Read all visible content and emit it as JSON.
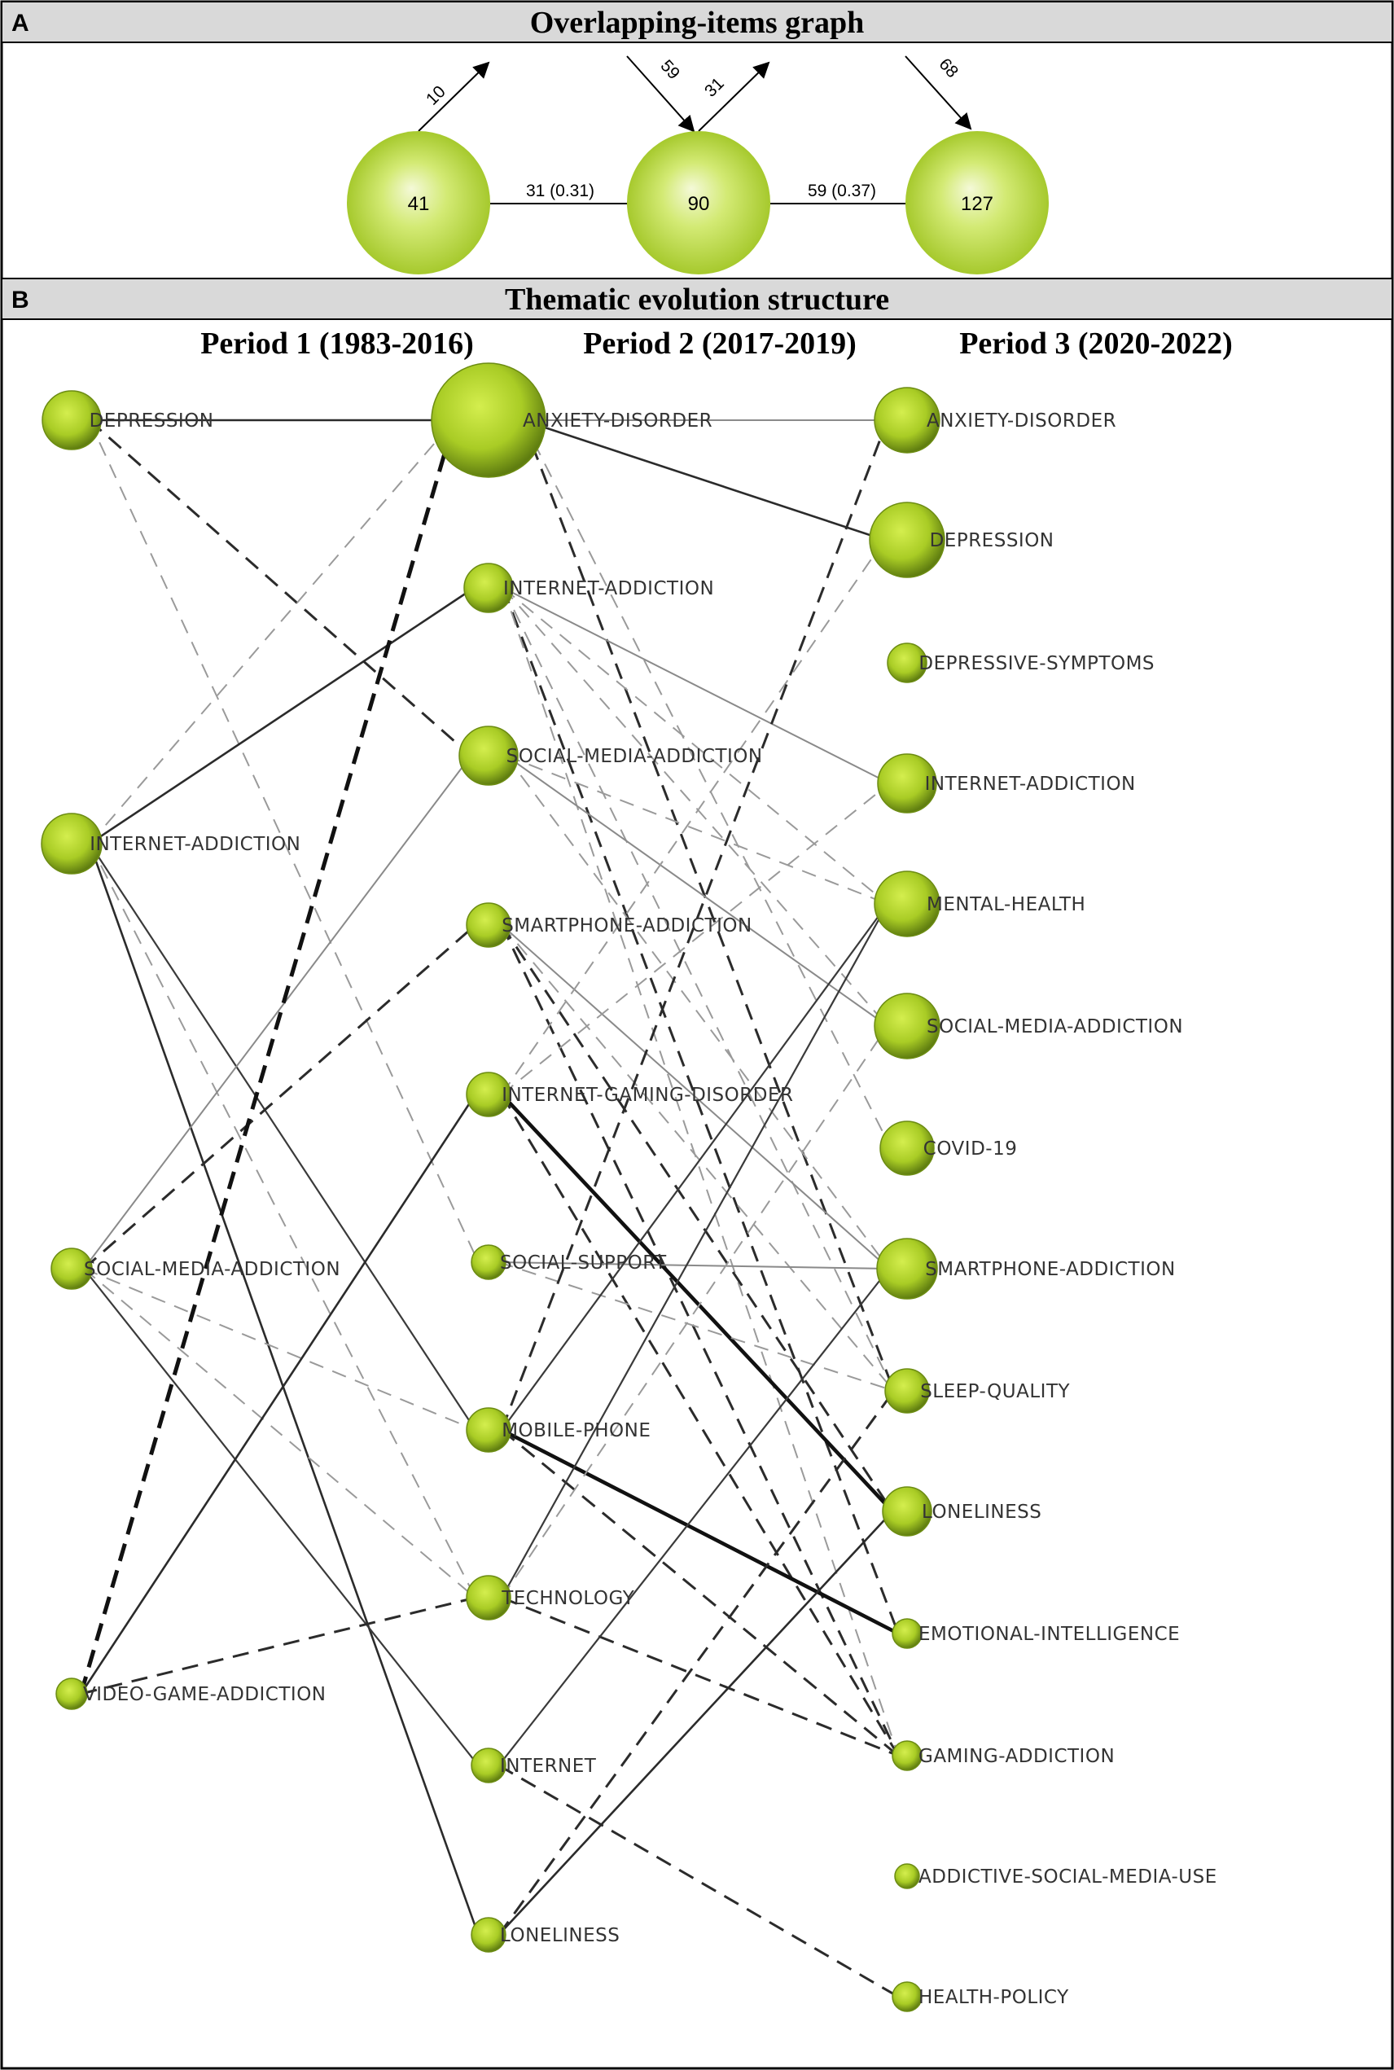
{
  "panelA": {
    "letter": "A",
    "title": "Overlapping-items graph",
    "nodes": [
      {
        "id": "p1",
        "value": "41"
      },
      {
        "id": "p2",
        "value": "90"
      },
      {
        "id": "p3",
        "value": "127"
      }
    ],
    "flows": [
      {
        "id": "out-p1",
        "label": "10"
      },
      {
        "id": "in-p2",
        "label": "59"
      },
      {
        "id": "out-p2",
        "label": "31"
      },
      {
        "id": "in-p3",
        "label": "68"
      },
      {
        "id": "p1-p2",
        "label": "31 (0.31)"
      },
      {
        "id": "p2-p3",
        "label": "59 (0.37)"
      }
    ]
  },
  "panelB": {
    "letter": "B",
    "title": "Thematic evolution structure",
    "periods": [
      "Period 1 (1983-2016)",
      "Period 2 (2017-2019)",
      "Period 3 (2020-2022)"
    ],
    "colors": {
      "node_light": "#d6ec7a",
      "node_mid": "#a9cc2e",
      "node_dark": "#5f7d10",
      "edge": "#222222"
    },
    "nodes": [
      {
        "id": "P1_DEP",
        "period": 1,
        "label": "DEPRESSION"
      },
      {
        "id": "P1_IA",
        "period": 1,
        "label": "INTERNET-ADDICTION"
      },
      {
        "id": "P1_SMA",
        "period": 1,
        "label": "SOCIAL-MEDIA-ADDICTION"
      },
      {
        "id": "P1_VGA",
        "period": 1,
        "label": "VIDEO-GAME-ADDICTION"
      },
      {
        "id": "P2_AD",
        "period": 2,
        "label": "ANXIETY-DISORDER"
      },
      {
        "id": "P2_IA",
        "period": 2,
        "label": "INTERNET-ADDICTION"
      },
      {
        "id": "P2_SMA",
        "period": 2,
        "label": "SOCIAL-MEDIA-ADDICTION"
      },
      {
        "id": "P2_SPA",
        "period": 2,
        "label": "SMARTPHONE-ADDICTION"
      },
      {
        "id": "P2_IGD",
        "period": 2,
        "label": "INTERNET-GAMING-DISORDER"
      },
      {
        "id": "P2_SS",
        "period": 2,
        "label": "SOCIAL-SUPPORT"
      },
      {
        "id": "P2_MP",
        "period": 2,
        "label": "MOBILE-PHONE"
      },
      {
        "id": "P2_TECH",
        "period": 2,
        "label": "TECHNOLOGY"
      },
      {
        "id": "P2_INT",
        "period": 2,
        "label": "INTERNET"
      },
      {
        "id": "P2_LON",
        "period": 2,
        "label": "LONELINESS"
      },
      {
        "id": "P3_AD",
        "period": 3,
        "label": "ANXIETY-DISORDER"
      },
      {
        "id": "P3_DEP",
        "period": 3,
        "label": "DEPRESSION"
      },
      {
        "id": "P3_DS",
        "period": 3,
        "label": "DEPRESSIVE-SYMPTOMS"
      },
      {
        "id": "P3_IA",
        "period": 3,
        "label": "INTERNET-ADDICTION"
      },
      {
        "id": "P3_MH",
        "period": 3,
        "label": "MENTAL-HEALTH"
      },
      {
        "id": "P3_SMA",
        "period": 3,
        "label": "SOCIAL-MEDIA-ADDICTION"
      },
      {
        "id": "P3_COV",
        "period": 3,
        "label": "COVID-19"
      },
      {
        "id": "P3_SPA",
        "period": 3,
        "label": "SMARTPHONE-ADDICTION"
      },
      {
        "id": "P3_SQ",
        "period": 3,
        "label": "SLEEP-QUALITY"
      },
      {
        "id": "P3_LON",
        "period": 3,
        "label": "LONELINESS"
      },
      {
        "id": "P3_EI",
        "period": 3,
        "label": "EMOTIONAL-INTELLIGENCE"
      },
      {
        "id": "P3_GA",
        "period": 3,
        "label": "GAMING-ADDICTION"
      },
      {
        "id": "P3_ASMU",
        "period": 3,
        "label": "ADDICTIVE-SOCIAL-MEDIA-USE"
      },
      {
        "id": "P3_HP",
        "period": 3,
        "label": "HEALTH-POLICY"
      }
    ],
    "links": [
      {
        "from": "P1_DEP",
        "to": "P2_AD",
        "style": "solid"
      },
      {
        "from": "P1_DEP",
        "to": "P2_SMA",
        "style": "dashed"
      },
      {
        "from": "P1_DEP",
        "to": "P2_SS",
        "style": "dashed-light"
      },
      {
        "from": "P1_IA",
        "to": "P2_AD",
        "style": "dashed-light"
      },
      {
        "from": "P1_IA",
        "to": "P2_IA",
        "style": "solid"
      },
      {
        "from": "P1_IA",
        "to": "P2_MP",
        "style": "solid-thin"
      },
      {
        "from": "P1_IA",
        "to": "P2_LON",
        "style": "solid"
      },
      {
        "from": "P1_IA",
        "to": "P2_TECH",
        "style": "dashed-light"
      },
      {
        "from": "P1_SMA",
        "to": "P2_SMA",
        "style": "solid-light"
      },
      {
        "from": "P1_SMA",
        "to": "P2_SPA",
        "style": "dashed"
      },
      {
        "from": "P1_SMA",
        "to": "P2_MP",
        "style": "dashed-light"
      },
      {
        "from": "P1_SMA",
        "to": "P2_TECH",
        "style": "dashed-light"
      },
      {
        "from": "P1_SMA",
        "to": "P2_INT",
        "style": "solid-thin"
      },
      {
        "from": "P1_VGA",
        "to": "P2_AD",
        "style": "dashed-bold"
      },
      {
        "from": "P1_VGA",
        "to": "P2_IGD",
        "style": "solid"
      },
      {
        "from": "P1_VGA",
        "to": "P2_TECH",
        "style": "dashed"
      },
      {
        "from": "P2_AD",
        "to": "P3_AD",
        "style": "solid-light"
      },
      {
        "from": "P2_AD",
        "to": "P3_DEP",
        "style": "solid"
      },
      {
        "from": "P2_AD",
        "to": "P3_SQ",
        "style": "dashed"
      },
      {
        "from": "P2_AD",
        "to": "P3_COV",
        "style": "dashed-light"
      },
      {
        "from": "P2_IA",
        "to": "P3_IA",
        "style": "solid-light"
      },
      {
        "from": "P2_IA",
        "to": "P3_MH",
        "style": "dashed-light"
      },
      {
        "from": "P2_IA",
        "to": "P3_SMA",
        "style": "dashed-light"
      },
      {
        "from": "P2_IA",
        "to": "P3_SQ",
        "style": "dashed-light"
      },
      {
        "from": "P2_IA",
        "to": "P3_EI",
        "style": "dashed"
      },
      {
        "from": "P2_IA",
        "to": "P3_GA",
        "style": "dashed-light"
      },
      {
        "from": "P2_SMA",
        "to": "P3_SMA",
        "style": "solid-light"
      },
      {
        "from": "P2_SMA",
        "to": "P3_MH",
        "style": "dashed-light"
      },
      {
        "from": "P2_SMA",
        "to": "P3_SPA",
        "style": "dashed-light"
      },
      {
        "from": "P2_SPA",
        "to": "P3_SPA",
        "style": "solid-light"
      },
      {
        "from": "P2_SPA",
        "to": "P3_SQ",
        "style": "dashed-light"
      },
      {
        "from": "P2_SPA",
        "to": "P3_LON",
        "style": "dashed"
      },
      {
        "from": "P2_SPA",
        "to": "P3_GA",
        "style": "dashed"
      },
      {
        "from": "P2_IGD",
        "to": "P3_LON",
        "style": "solid-bold"
      },
      {
        "from": "P2_IGD",
        "to": "P3_GA",
        "style": "dashed"
      },
      {
        "from": "P2_IGD",
        "to": "P3_IA",
        "style": "dashed-light"
      },
      {
        "from": "P2_IGD",
        "to": "P3_DEP",
        "style": "dashed-light"
      },
      {
        "from": "P2_SS",
        "to": "P3_SPA",
        "style": "solid-light"
      },
      {
        "from": "P2_SS",
        "to": "P3_SQ",
        "style": "dashed-light"
      },
      {
        "from": "P2_MP",
        "to": "P3_AD",
        "style": "dashed"
      },
      {
        "from": "P2_MP",
        "to": "P3_EI",
        "style": "solid-bold"
      },
      {
        "from": "P2_MP",
        "to": "P3_MH",
        "style": "solid-thin"
      },
      {
        "from": "P2_MP",
        "to": "P3_GA",
        "style": "dashed"
      },
      {
        "from": "P2_TECH",
        "to": "P3_MH",
        "style": "solid-thin"
      },
      {
        "from": "P2_TECH",
        "to": "P3_SMA",
        "style": "dashed-light"
      },
      {
        "from": "P2_TECH",
        "to": "P3_GA",
        "style": "dashed"
      },
      {
        "from": "P2_INT",
        "to": "P3_SPA",
        "style": "solid-thin"
      },
      {
        "from": "P2_INT",
        "to": "P3_HP",
        "style": "dashed"
      },
      {
        "from": "P2_LON",
        "to": "P3_LON",
        "style": "solid"
      },
      {
        "from": "P2_LON",
        "to": "P3_SQ",
        "style": "dashed"
      }
    ]
  }
}
